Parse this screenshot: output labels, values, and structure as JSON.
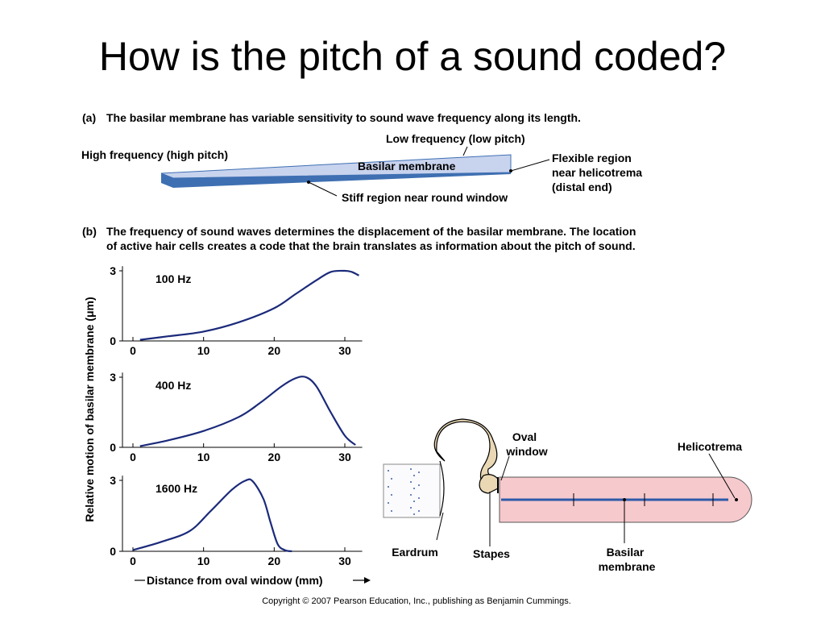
{
  "slide": {
    "title": "How is the pitch of a sound coded?"
  },
  "part_a": {
    "tag": "(a)",
    "caption": "The basilar membrane has variable sensitivity to sound wave frequency along its length.",
    "labels": {
      "low_freq": "Low frequency (low pitch)",
      "high_freq": "High frequency (high pitch)",
      "membrane": "Basilar membrane",
      "flexible_1": "Flexible region",
      "flexible_2": "near helicotrema",
      "flexible_3": "(distal end)",
      "stiff": "Stiff region near round window"
    },
    "colors": {
      "membrane_top": "#c8d3ee",
      "membrane_side": "#3e6fb2"
    }
  },
  "part_b": {
    "tag": "(b)",
    "caption_line1": "The frequency of sound waves determines the displacement of the basilar membrane. The location",
    "caption_line2": "of active hair cells creates a code that the brain translates as information about the pitch of sound.",
    "y_axis_label": "Relative motion of basilar membrane (μm)",
    "x_axis_label": "Distance from oval window (mm)",
    "line_color": "#1b2a7a"
  },
  "chart_data": [
    {
      "type": "line",
      "title": "100 Hz",
      "xlabel": "Distance from oval window (mm)",
      "ylabel": "Relative motion of basilar membrane (μm)",
      "x_ticks": [
        "0",
        "10",
        "20",
        "30"
      ],
      "y_ticks": [
        "0",
        "3"
      ],
      "xlim": [
        0,
        32
      ],
      "ylim": [
        0,
        3.2
      ],
      "x": [
        1,
        5,
        10,
        15,
        20,
        23,
        26,
        28,
        30,
        31,
        32
      ],
      "y": [
        0.05,
        0.2,
        0.4,
        0.8,
        1.4,
        2.0,
        2.6,
        2.95,
        3.0,
        2.95,
        2.8
      ]
    },
    {
      "type": "line",
      "title": "400 Hz",
      "xlabel": "Distance from oval window (mm)",
      "ylabel": "Relative motion of basilar membrane (μm)",
      "x_ticks": [
        "0",
        "10",
        "20",
        "30"
      ],
      "y_ticks": [
        "0",
        "3"
      ],
      "xlim": [
        0,
        32
      ],
      "ylim": [
        0,
        3.2
      ],
      "x": [
        1,
        5,
        10,
        15,
        18,
        21,
        23,
        24.5,
        26,
        28,
        30,
        31.5
      ],
      "y": [
        0.05,
        0.3,
        0.7,
        1.3,
        1.9,
        2.6,
        2.95,
        3.0,
        2.6,
        1.5,
        0.5,
        0.1
      ]
    },
    {
      "type": "line",
      "title": "1600 Hz",
      "xlabel": "Distance from oval window (mm)",
      "ylabel": "Relative motion of basilar membrane (μm)",
      "x_ticks": [
        "0",
        "10",
        "20",
        "30"
      ],
      "y_ticks": [
        "0",
        "3"
      ],
      "xlim": [
        0,
        32
      ],
      "ylim": [
        0,
        3.2
      ],
      "x": [
        0,
        4,
        8,
        11,
        14,
        16,
        17,
        18.5,
        19.5,
        20.5,
        21.5,
        22.5
      ],
      "y": [
        0.05,
        0.4,
        0.85,
        1.7,
        2.6,
        3.0,
        2.95,
        2.2,
        1.2,
        0.3,
        0.05,
        0.0
      ]
    }
  ],
  "ear_diagram": {
    "labels": {
      "oval_1": "Oval",
      "oval_2": "window",
      "helicotrema": "Helicotrema",
      "eardrum": "Eardrum",
      "stapes": "Stapes",
      "basilar_1": "Basilar",
      "basilar_2": "membrane"
    },
    "colors": {
      "cochlea": "#f6c9cd",
      "ossicle": "#ead8b4",
      "membrane": "#2d5aa8"
    }
  },
  "footer": {
    "copyright": "Copyright © 2007 Pearson Education, Inc., publishing as Benjamin Cummings."
  }
}
